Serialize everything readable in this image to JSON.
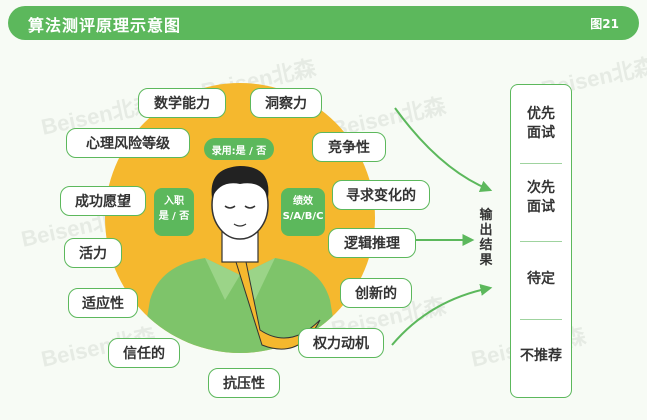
{
  "header": {
    "title": "算法测评原理示意图",
    "figure_no": "图21"
  },
  "watermark": "Beisen北森",
  "center": {
    "recruit_tag": "录用:是 / 否",
    "onboard_tag": {
      "line1": "入职",
      "line2": "是 / 否"
    },
    "performance_tag": {
      "line1": "绩效",
      "line2": "S/A/B/C"
    }
  },
  "factors": [
    "数学能力",
    "洞察力",
    "心理风险等级",
    "竞争性",
    "寻求变化的",
    "成功愿望",
    "逻辑推理",
    "活力",
    "创新的",
    "适应性",
    "权力动机",
    "信任的",
    "抗压性"
  ],
  "output_label": "输出结果",
  "results": [
    {
      "line1": "优先",
      "line2": "面试"
    },
    {
      "line1": "次先",
      "line2": "面试"
    },
    {
      "line1": "待定",
      "line2": ""
    },
    {
      "line1": "不推荐",
      "line2": ""
    }
  ],
  "colors": {
    "accent": "#5cb85c",
    "circle": "#f5b82e",
    "suit": "#7ec46a",
    "tie": "#f5b82e"
  }
}
